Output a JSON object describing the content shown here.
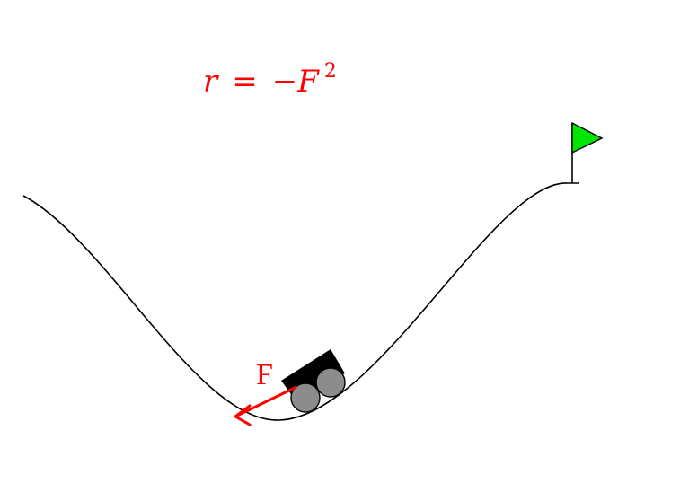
{
  "reward_formula": {
    "lhs": "r",
    "equals": "=",
    "rhs": "−F",
    "exponent": "2"
  },
  "force_label": "F",
  "colors": {
    "force": "#ff0000",
    "flag": "#00e600",
    "track": "#000000",
    "car_body": "#000000",
    "wheel": "#8c8c8c"
  },
  "icons": {
    "goal": "flag-icon",
    "agent": "car-icon",
    "force": "arrow-icon"
  }
}
